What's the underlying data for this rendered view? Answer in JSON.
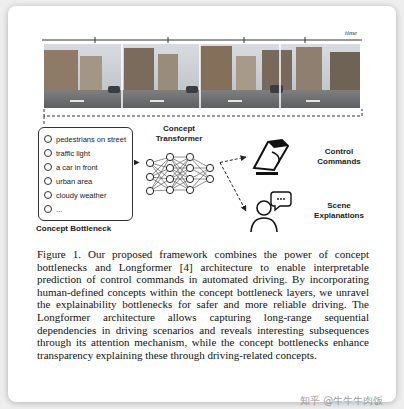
{
  "diagram": {
    "caption": "Figure 1. Our proposed framework combines the power of concept bottlenecks and Longformer [4] architecture to enable interpretable prediction of control commands in automated driving. By incorporating human-defined concepts within the concept bottleneck layers, we unravel the explainability bottlenecks for safer and more reliable driving. The Longformer architecture allows capturing long-range sequential dependencies in driving scenarios and reveals interesting subsequences through its attention mechanism, while the concept bottlenecks enhance transparency explaining these through driving-related concepts.",
    "nodes": [
      {
        "text": [
          "pedestrians on street",
          "traffic light",
          "a car in front",
          "urban area",
          "cloudy weather",
          "...",
          "Concept Bottleneck"
        ]
      },
      {
        "text": [
          "Concept Transformer"
        ]
      },
      {
        "text": [
          "Control Commands"
        ]
      },
      {
        "text": [
          "Scene Explanations"
        ]
      }
    ],
    "edges": [
      {
        "from": 0,
        "to": 1,
        "arrow": "to"
      },
      {
        "from": 1,
        "to": 2,
        "arrow": "to"
      },
      {
        "from": 1,
        "to": 3,
        "arrow": "to"
      }
    ],
    "labels": [
      "time",
      "知乎 @牛牛牛肉饭"
    ]
  }
}
